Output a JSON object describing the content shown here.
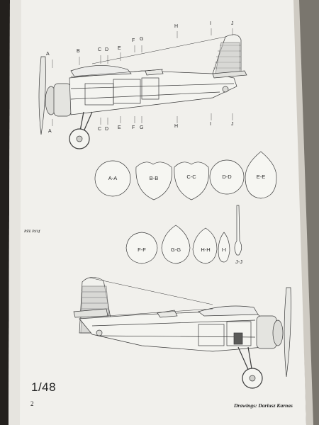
{
  "scale": "1/48",
  "page_number": "2",
  "credit": "Drawings: Dariusz Karnas",
  "model": "PZL P.11f",
  "top_labels": {
    "A_top": "A",
    "B": "B",
    "C": "C",
    "D": "D",
    "E": "E",
    "F": "F",
    "G": "G",
    "H": "H",
    "I": "I",
    "J": "J"
  },
  "bottom_labels": {
    "A_bottom": "A",
    "C": "C",
    "D": "D",
    "E": "E",
    "F": "F",
    "G": "G",
    "H": "H",
    "I": "I",
    "J": "J"
  },
  "sections_row1": [
    "A-A",
    "B-B",
    "C-C",
    "D-D",
    "E-E"
  ],
  "sections_row2": [
    "F-F",
    "G-G",
    "H-H",
    "I-I",
    "J-J"
  ],
  "colors": {
    "paper": "#f1f0ec",
    "ink": "#3a3a3a",
    "background": "#23201d"
  }
}
